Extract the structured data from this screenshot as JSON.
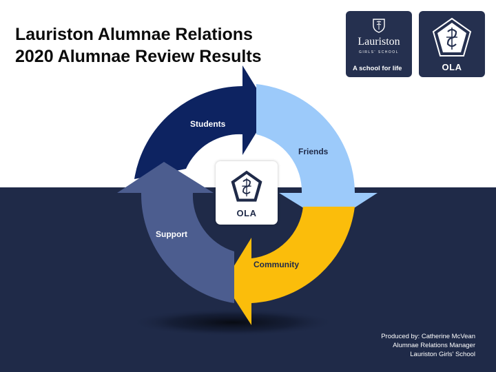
{
  "slide": {
    "title_line_1": "Lauriston Alumnae Relations",
    "title_line_2": "2020 Alumnae Review Results"
  },
  "logos": {
    "lauriston": {
      "name": "Lauriston",
      "subtitle": "GIRLS' SCHOOL",
      "tagline": "A school for life"
    },
    "ola": {
      "text": "OLA"
    }
  },
  "cycle": {
    "segments": [
      {
        "label": "Students",
        "color": "#0d2361"
      },
      {
        "label": "Friends",
        "color": "#9ccafa"
      },
      {
        "label": "Community",
        "color": "#fbbd0b"
      },
      {
        "label": "Support",
        "color": "#4c5d8f"
      }
    ],
    "center_logo_text": "OLA"
  },
  "credits": {
    "line_1": "Produced by:  Catherine McVean",
    "line_2": "Alumnae Relations Manager",
    "line_3": "Lauriston Girls' School"
  },
  "colors": {
    "navy_background": "#1f2a48",
    "logo_card": "#25304f"
  }
}
